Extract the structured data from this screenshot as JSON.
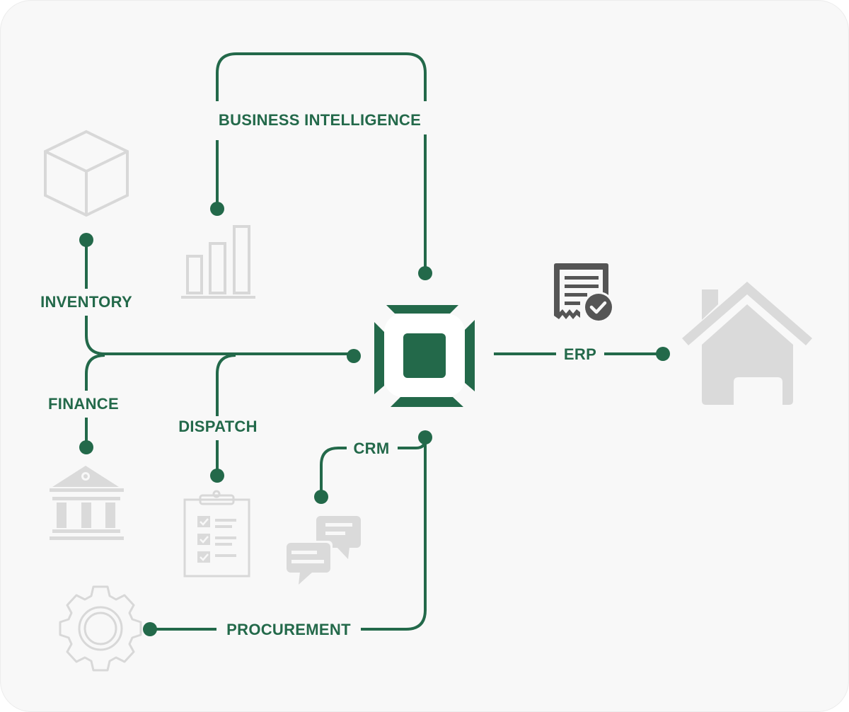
{
  "labels": {
    "business_intelligence": "BUSINESS INTELLIGENCE",
    "inventory": "INVENTORY",
    "finance": "FINANCE",
    "dispatch": "DISPATCH",
    "crm": "CRM",
    "erp": "ERP",
    "procurement": "PROCUREMENT"
  },
  "icons": [
    "box-icon",
    "bar-chart-icon",
    "bank-icon",
    "clipboard-checklist-icon",
    "chat-bubbles-icon",
    "gear-icon",
    "document-check-icon",
    "house-icon",
    "hub-chip-icon"
  ],
  "colors": {
    "accent": "#23694a",
    "icon_gray": "#d9d9d9",
    "dark_icon": "#555555",
    "background": "#f8f8f8"
  }
}
